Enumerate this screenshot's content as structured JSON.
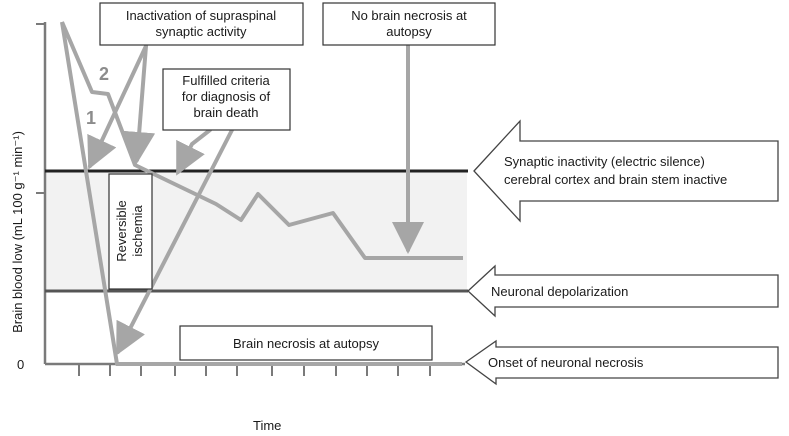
{
  "colors": {
    "band_fill": "#f2f2f2",
    "threshold_dark": "#222222",
    "threshold_mid": "#555555",
    "curve": "#a6a6a6",
    "arrow": "#a6a6a6",
    "axis": "#7a7a7a",
    "text": "#1a1a1a",
    "box_border": "#333333",
    "big_arrow_border": "#444444"
  },
  "axes": {
    "y_label": "Brain blood low (mL 100 g⁻¹ min⁻¹)",
    "x_label": "Time",
    "y_zero_label": "0"
  },
  "curve_labels": {
    "curve_1": "1",
    "curve_2": "2"
  },
  "boxes": {
    "inactivation": [
      "Inactivation of supraspinal",
      "synaptic activity"
    ],
    "no_necrosis": [
      "No brain necrosis at",
      "autopsy"
    ],
    "fulfilled": [
      "Fulfilled criteria",
      "for diagnosis of",
      "brain death"
    ],
    "reversible": [
      "Reversible",
      "ischemia"
    ],
    "brain_necrosis": "Brain necrosis at autopsy"
  },
  "side_arrows": {
    "synaptic": [
      "Synaptic inactivity (electric silence)",
      "cerebral cortex and brain stem inactive"
    ],
    "depolarization": "Neuronal depolarization",
    "necrosis_onset": "Onset of neuronal necrosis"
  }
}
